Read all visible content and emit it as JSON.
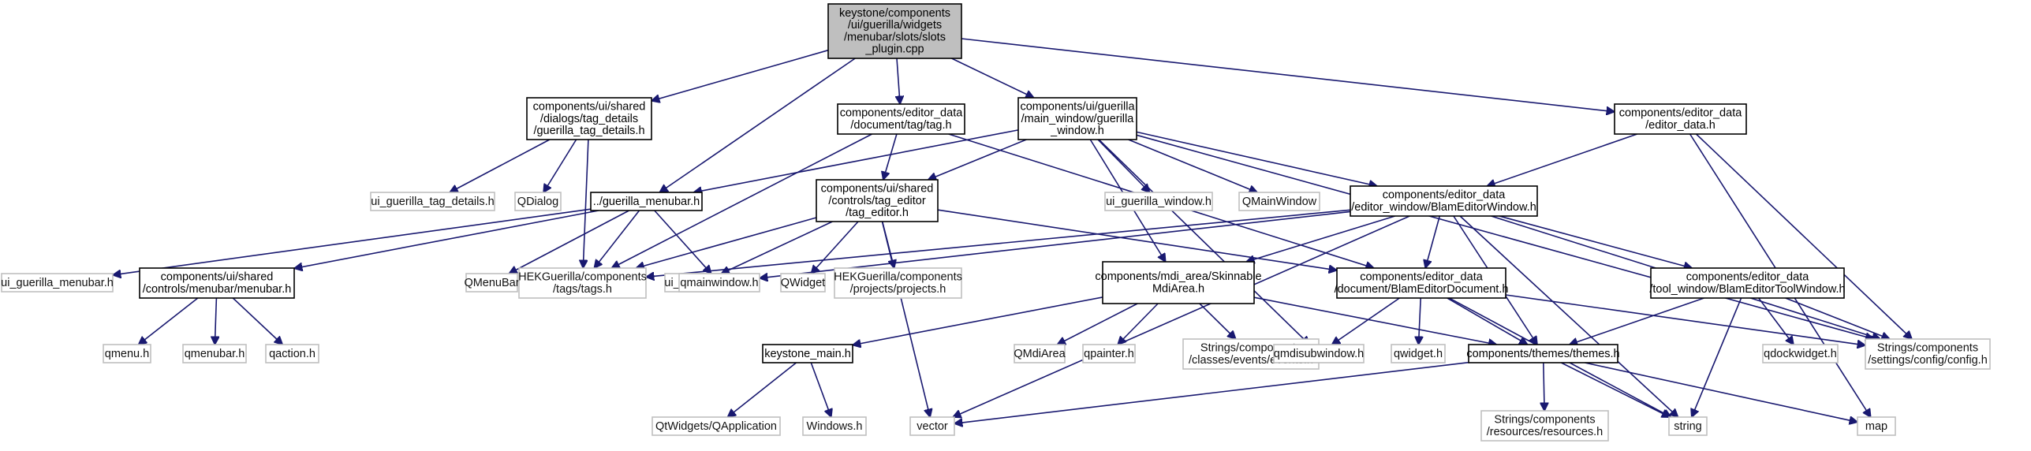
{
  "diagram": {
    "title": "",
    "colors": {
      "edge": "#191970",
      "root_fill": "#bfbfbf",
      "root_border": "#000000",
      "internal_fill": "#ffffff",
      "internal_border": "#000000",
      "external_fill": "#ffffff",
      "external_border": "#bfbfbf",
      "text": "#000000"
    },
    "nodes": [
      {
        "id": "root",
        "kind": "root",
        "lines": [
          "keystone/components",
          "/ui/guerilla/widgets",
          "/menubar/slots/slots",
          "_plugin.cpp"
        ]
      },
      {
        "id": "tag_details",
        "kind": "internal",
        "lines": [
          "components/ui/shared",
          "/dialogs/tag_details",
          "/guerilla_tag_details.h"
        ]
      },
      {
        "id": "tag_h",
        "kind": "internal",
        "lines": [
          "components/editor_data",
          "/document/tag/tag.h"
        ]
      },
      {
        "id": "main_window",
        "kind": "internal",
        "lines": [
          "components/ui/guerilla",
          "/main_window/guerilla",
          "_window.h"
        ]
      },
      {
        "id": "editor_data",
        "kind": "internal",
        "lines": [
          "components/editor_data",
          "/editor_data.h"
        ]
      },
      {
        "id": "ui_guerilla_tag_details",
        "kind": "external",
        "lines": [
          "ui_guerilla_tag_details.h"
        ]
      },
      {
        "id": "qdialog",
        "kind": "external",
        "lines": [
          "QDialog"
        ]
      },
      {
        "id": "guerilla_menubar",
        "kind": "internal",
        "lines": [
          "../guerilla_menubar.h"
        ]
      },
      {
        "id": "tag_editor",
        "kind": "internal",
        "lines": [
          "components/ui/shared",
          "/controls/tag_editor",
          "/tag_editor.h"
        ]
      },
      {
        "id": "ui_guerilla_window",
        "kind": "external",
        "lines": [
          "ui_guerilla_window.h"
        ]
      },
      {
        "id": "qmainwindow",
        "kind": "external",
        "lines": [
          "QMainWindow"
        ]
      },
      {
        "id": "blam_editor_window",
        "kind": "internal",
        "lines": [
          "components/editor_data",
          "/editor_window/BlamEditorWindow.h"
        ]
      },
      {
        "id": "ui_guerilla_menubar",
        "kind": "external",
        "lines": [
          "ui_guerilla_menubar.h"
        ]
      },
      {
        "id": "menubar_h",
        "kind": "internal",
        "lines": [
          "components/ui/shared",
          "/controls/menubar/menubar.h"
        ]
      },
      {
        "id": "qmenubar_cls",
        "kind": "external",
        "lines": [
          "QMenuBar"
        ]
      },
      {
        "id": "tags_h",
        "kind": "external",
        "lines": [
          "HEKGuerilla/components",
          "/tags/tags.h"
        ]
      },
      {
        "id": "ui_tag_editor",
        "kind": "external",
        "lines": [
          "ui_tag_editor.h"
        ]
      },
      {
        "id": "qmainwindow_h",
        "kind": "external",
        "lines": [
          "qmainwindow.h"
        ]
      },
      {
        "id": "qwidget_cls",
        "kind": "external",
        "lines": [
          "QWidget"
        ]
      },
      {
        "id": "projects_h",
        "kind": "external",
        "lines": [
          "HEKGuerilla/components",
          "/projects/projects.h"
        ]
      },
      {
        "id": "skinnable_mdi",
        "kind": "internal",
        "lines": [
          "components/mdi_area/Skinnable",
          "MdiArea.h"
        ]
      },
      {
        "id": "blam_editor_doc",
        "kind": "internal",
        "lines": [
          "components/editor_data",
          "/document/BlamEditorDocument.h"
        ]
      },
      {
        "id": "tool_window",
        "kind": "internal",
        "lines": [
          "components/editor_data",
          "/tool_window/BlamEditorToolWindow.h"
        ]
      },
      {
        "id": "qmenu_h",
        "kind": "external",
        "lines": [
          "qmenu.h"
        ]
      },
      {
        "id": "qmenubar_h",
        "kind": "external",
        "lines": [
          "qmenubar.h"
        ]
      },
      {
        "id": "qaction_h",
        "kind": "external",
        "lines": [
          "qaction.h"
        ]
      },
      {
        "id": "keystone_main",
        "kind": "internal",
        "lines": [
          "keystone_main.h"
        ]
      },
      {
        "id": "qmdiarea",
        "kind": "external",
        "lines": [
          "QMdiArea"
        ]
      },
      {
        "id": "qpainter_h",
        "kind": "external",
        "lines": [
          "qpainter.h"
        ]
      },
      {
        "id": "events_h",
        "kind": "external",
        "lines": [
          "Strings/components",
          "/classes/events/events.h"
        ]
      },
      {
        "id": "qmdisubwindow_h",
        "kind": "external",
        "lines": [
          "qmdisubwindow.h"
        ]
      },
      {
        "id": "qwidget_h",
        "kind": "external",
        "lines": [
          "qwidget.h"
        ]
      },
      {
        "id": "themes_h",
        "kind": "internal",
        "lines": [
          "components/themes/themes.h"
        ]
      },
      {
        "id": "qdockwidget_h",
        "kind": "external",
        "lines": [
          "qdockwidget.h"
        ]
      },
      {
        "id": "config_h",
        "kind": "external",
        "lines": [
          "Strings/components",
          "/settings/config/config.h"
        ]
      },
      {
        "id": "qapplication",
        "kind": "external",
        "lines": [
          "QtWidgets/QApplication"
        ]
      },
      {
        "id": "windows_h",
        "kind": "external",
        "lines": [
          "Windows.h"
        ]
      },
      {
        "id": "vector",
        "kind": "external",
        "lines": [
          "vector"
        ]
      },
      {
        "id": "resources_h",
        "kind": "external",
        "lines": [
          "Strings/components",
          "/resources/resources.h"
        ]
      },
      {
        "id": "string",
        "kind": "external",
        "lines": [
          "string"
        ]
      },
      {
        "id": "map",
        "kind": "external",
        "lines": [
          "map"
        ]
      }
    ],
    "edges": [
      {
        "from": "root",
        "to": "tag_details"
      },
      {
        "from": "root",
        "to": "guerilla_menubar"
      },
      {
        "from": "root",
        "to": "tag_h"
      },
      {
        "from": "root",
        "to": "main_window"
      },
      {
        "from": "root",
        "to": "editor_data"
      },
      {
        "from": "tag_details",
        "to": "ui_guerilla_tag_details"
      },
      {
        "from": "tag_details",
        "to": "qdialog"
      },
      {
        "from": "tag_details",
        "to": "tags_h"
      },
      {
        "from": "tag_h",
        "to": "tags_h"
      },
      {
        "from": "tag_h",
        "to": "tag_editor"
      },
      {
        "from": "tag_h",
        "to": "blam_editor_doc"
      },
      {
        "from": "main_window",
        "to": "guerilla_menubar"
      },
      {
        "from": "main_window",
        "to": "tag_editor"
      },
      {
        "from": "main_window",
        "to": "ui_guerilla_window"
      },
      {
        "from": "main_window",
        "to": "qmainwindow"
      },
      {
        "from": "main_window",
        "to": "blam_editor_window"
      },
      {
        "from": "main_window",
        "to": "skinnable_mdi"
      },
      {
        "from": "main_window",
        "to": "qmdisubwindow_h"
      },
      {
        "from": "main_window",
        "to": "config_h"
      },
      {
        "from": "editor_data",
        "to": "blam_editor_window"
      },
      {
        "from": "editor_data",
        "to": "config_h"
      },
      {
        "from": "editor_data",
        "to": "map"
      },
      {
        "from": "guerilla_menubar",
        "to": "ui_guerilla_menubar"
      },
      {
        "from": "guerilla_menubar",
        "to": "menubar_h"
      },
      {
        "from": "guerilla_menubar",
        "to": "qmenubar_cls"
      },
      {
        "from": "guerilla_menubar",
        "to": "tags_h"
      },
      {
        "from": "guerilla_menubar",
        "to": "qmainwindow_h"
      },
      {
        "from": "tag_editor",
        "to": "tags_h"
      },
      {
        "from": "tag_editor",
        "to": "ui_tag_editor"
      },
      {
        "from": "tag_editor",
        "to": "qwidget_cls"
      },
      {
        "from": "tag_editor",
        "to": "projects_h"
      },
      {
        "from": "tag_editor",
        "to": "blam_editor_doc"
      },
      {
        "from": "tag_editor",
        "to": "vector"
      },
      {
        "from": "blam_editor_window",
        "to": "tags_h"
      },
      {
        "from": "blam_editor_window",
        "to": "qmainwindow_h"
      },
      {
        "from": "blam_editor_window",
        "to": "skinnable_mdi"
      },
      {
        "from": "blam_editor_window",
        "to": "blam_editor_doc"
      },
      {
        "from": "blam_editor_window",
        "to": "tool_window"
      },
      {
        "from": "blam_editor_window",
        "to": "themes_h"
      },
      {
        "from": "blam_editor_window",
        "to": "config_h"
      },
      {
        "from": "blam_editor_window",
        "to": "string"
      },
      {
        "from": "blam_editor_window",
        "to": "vector"
      },
      {
        "from": "menubar_h",
        "to": "qmenu_h"
      },
      {
        "from": "menubar_h",
        "to": "qmenubar_h"
      },
      {
        "from": "menubar_h",
        "to": "qaction_h"
      },
      {
        "from": "skinnable_mdi",
        "to": "keystone_main"
      },
      {
        "from": "skinnable_mdi",
        "to": "qmdiarea"
      },
      {
        "from": "skinnable_mdi",
        "to": "qpainter_h"
      },
      {
        "from": "skinnable_mdi",
        "to": "events_h"
      },
      {
        "from": "skinnable_mdi",
        "to": "themes_h"
      },
      {
        "from": "blam_editor_doc",
        "to": "qmdisubwindow_h"
      },
      {
        "from": "blam_editor_doc",
        "to": "qwidget_h"
      },
      {
        "from": "blam_editor_doc",
        "to": "themes_h"
      },
      {
        "from": "blam_editor_doc",
        "to": "config_h"
      },
      {
        "from": "blam_editor_doc",
        "to": "string"
      },
      {
        "from": "tool_window",
        "to": "themes_h"
      },
      {
        "from": "tool_window",
        "to": "qdockwidget_h"
      },
      {
        "from": "tool_window",
        "to": "config_h"
      },
      {
        "from": "tool_window",
        "to": "string"
      },
      {
        "from": "keystone_main",
        "to": "qapplication"
      },
      {
        "from": "keystone_main",
        "to": "windows_h"
      },
      {
        "from": "themes_h",
        "to": "vector"
      },
      {
        "from": "themes_h",
        "to": "resources_h"
      },
      {
        "from": "themes_h",
        "to": "string"
      },
      {
        "from": "themes_h",
        "to": "map"
      }
    ]
  }
}
